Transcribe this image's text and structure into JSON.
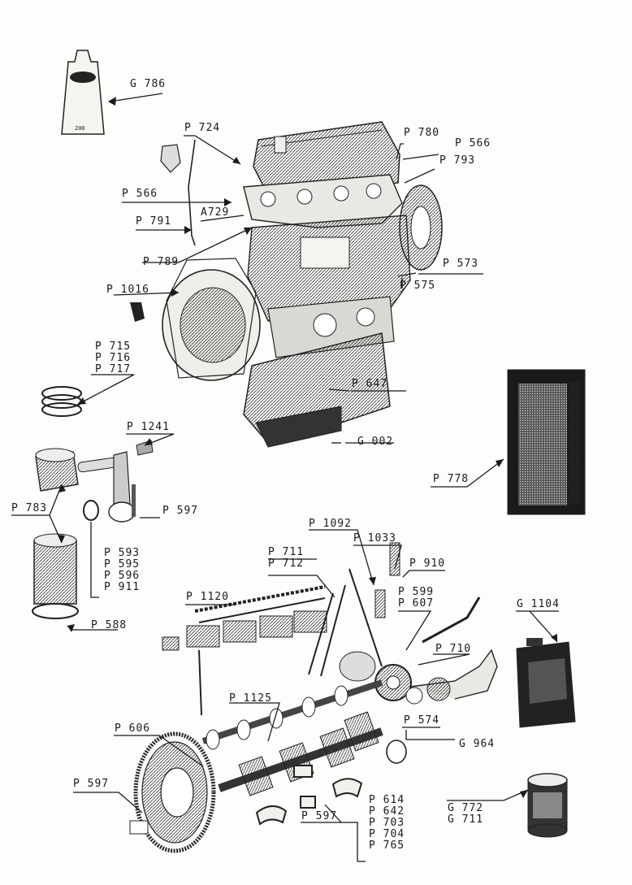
{
  "labels": {
    "g786": "G 786",
    "p724": "P 724",
    "p780": "P 780",
    "p566a": "P 566",
    "p793": "P 793",
    "p566b": "P 566",
    "p791": "P 791",
    "a729": "A729",
    "p789": "P 789",
    "p573": "P 573",
    "p575": "P 575",
    "p1016": "P 1016",
    "p715": "P 715",
    "p716": "P 716",
    "p717": "P 717",
    "p647": "P 647",
    "p1241": "P 1241",
    "g002": "G 002",
    "p778": "P 778",
    "p783": "P 783",
    "p597a": "P 597",
    "p593": "P 593",
    "p595": "P 595",
    "p596": "P 596",
    "p911": "P 911",
    "p1092": "P 1092",
    "p1033": "P 1033",
    "p711": "P 711",
    "p712": "P 712",
    "p910": "P 910",
    "p599": "P 599",
    "p607": "P 607",
    "p1120": "P 1120",
    "g1104": "G 1104",
    "p588": "P 588",
    "p710": "P 710",
    "p1125": "P 1125",
    "p574": "P 574",
    "g964": "G 964",
    "p606": "P 606",
    "p597b": "P 597",
    "p597c": "P 597",
    "p614": "P 614",
    "p642": "P 642",
    "p703": "P 703",
    "p704": "P 704",
    "p765": "P 765",
    "g772": "G 772",
    "g711": "G 711",
    "tube_mark": "200"
  }
}
